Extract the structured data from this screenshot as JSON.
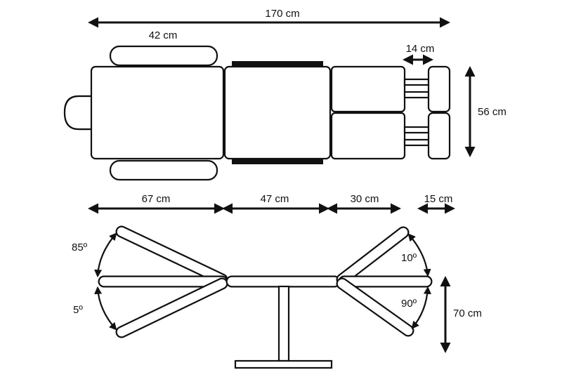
{
  "dimensions": {
    "total_length": "170 cm",
    "armrest_length": "42 cm",
    "footrest_gap": "14 cm",
    "width": "56 cm",
    "back_section": "67 cm",
    "middle_section": "47 cm",
    "leg_section": "30 cm",
    "foot_section": "15 cm",
    "height": "70 cm"
  },
  "angles": {
    "back_up": "85º",
    "back_down": "5º",
    "leg_up": "10º",
    "leg_down": "90º"
  },
  "colors": {
    "line": "#111111",
    "background": "#ffffff"
  }
}
